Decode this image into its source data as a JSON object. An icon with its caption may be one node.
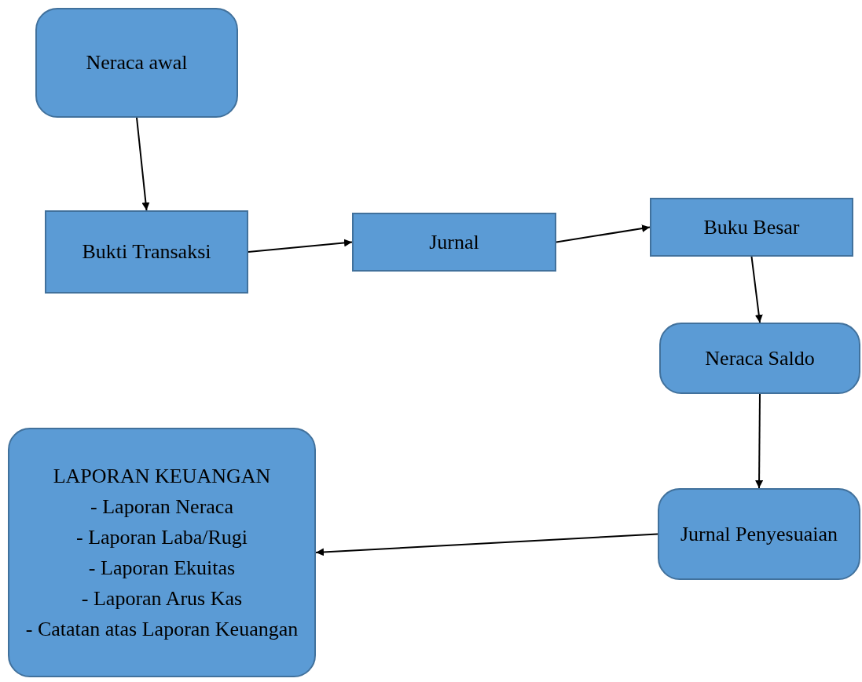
{
  "diagram": {
    "nodes": [
      {
        "text": [
          "Neraca awal"
        ]
      },
      {
        "text": [
          "Bukti Transaksi"
        ]
      },
      {
        "text": [
          "Jurnal"
        ]
      },
      {
        "text": [
          "Buku Besar"
        ]
      },
      {
        "text": [
          "Neraca Saldo"
        ]
      },
      {
        "text": [
          "Jurnal Penyesuaian"
        ]
      },
      {
        "text": [
          "LAPORAN KEUANGAN",
          "- Laporan Neraca",
          "- Laporan Laba/Rugi",
          "- Laporan Ekuitas",
          "- Laporan Arus Kas",
          "- Catatan atas Laporan Keuangan"
        ]
      }
    ],
    "edges": [
      {
        "from": 0,
        "to": 1,
        "arrow": "to"
      },
      {
        "from": 1,
        "to": 2,
        "arrow": "to"
      },
      {
        "from": 2,
        "to": 3,
        "arrow": "to"
      },
      {
        "from": 3,
        "to": 4,
        "arrow": "to"
      },
      {
        "from": 4,
        "to": 5,
        "arrow": "to"
      },
      {
        "from": 5,
        "to": 6,
        "arrow": "to"
      }
    ]
  }
}
